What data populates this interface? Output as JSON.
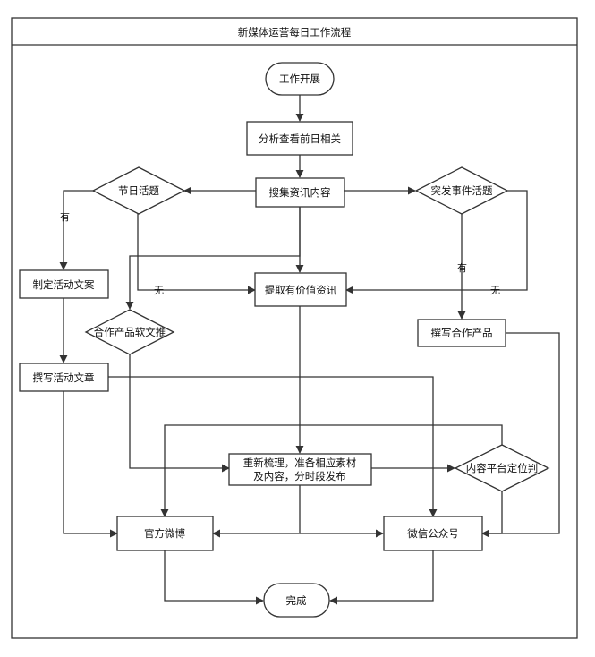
{
  "title": "新媒体运营每日工作流程",
  "nodes": {
    "start": "工作开展",
    "analyze": "分析查看前日相关",
    "collect": "搜集资讯内容",
    "festival": "节日活题",
    "emergency": "突发事件活题",
    "plan": "制定活动文案",
    "extract": "提取有价值资讯",
    "coop_soft": "合作产品软文推",
    "write_coop": "撰写合作产品",
    "write_article": "撰写活动文章",
    "reorganize_line1": "重新梳理，准备相应素材",
    "reorganize_line2": "及内容，分时段发布",
    "positioning": "内容平台定位判",
    "weibo": "官方微博",
    "wechat": "微信公众号",
    "done": "完成"
  },
  "edge_labels": {
    "festival_yes": "有",
    "festival_no": "无",
    "emergency_yes": "有",
    "emergency_no": "无"
  }
}
